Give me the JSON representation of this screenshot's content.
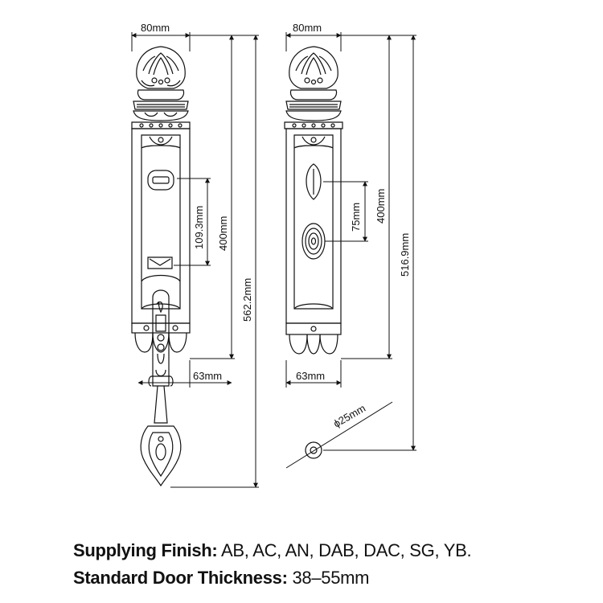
{
  "front_view": {
    "width_label": "80mm",
    "spacing_label": "109.3mm",
    "height_label": "400mm",
    "total_height_label": "562.2mm",
    "projection_label": "63mm"
  },
  "back_view": {
    "width_label": "80mm",
    "spacing_label": "75mm",
    "height_label": "400mm",
    "total_height_label": "516.9mm",
    "projection_label": "63mm",
    "diameter_label": "ϕ25mm"
  },
  "specs": {
    "finish_label": "Supplying Finish:",
    "finish_value": " AB, AC, AN, DAB, DAC, SG, YB.",
    "thickness_label": "Standard Door Thickness:",
    "thickness_value": " 38–55mm"
  }
}
